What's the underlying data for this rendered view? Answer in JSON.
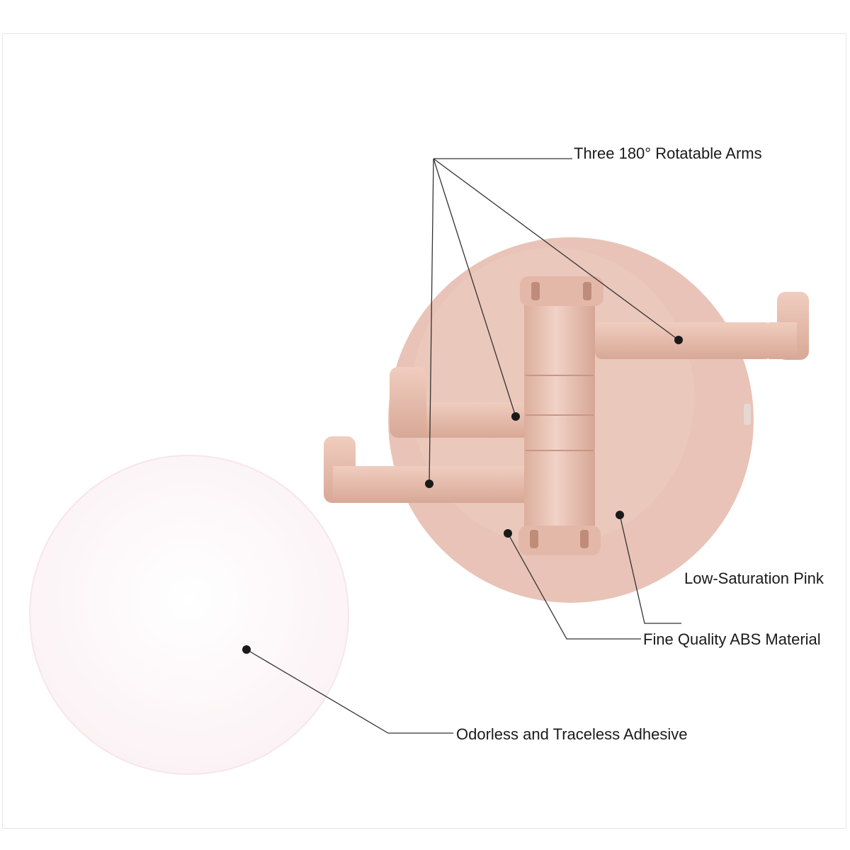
{
  "callouts": {
    "arms": "Three 180° Rotatable Arms",
    "pink": "Low-Saturation Pink",
    "abs": "Fine Quality ABS Material",
    "adhesive": "Odorless and Traceless Adhesive"
  },
  "colors": {
    "product_pink": "#e9c2b6",
    "product_shade": "#d9aa9a",
    "adhesive_pad": "#fdf6f8",
    "leader_line": "#333333"
  }
}
